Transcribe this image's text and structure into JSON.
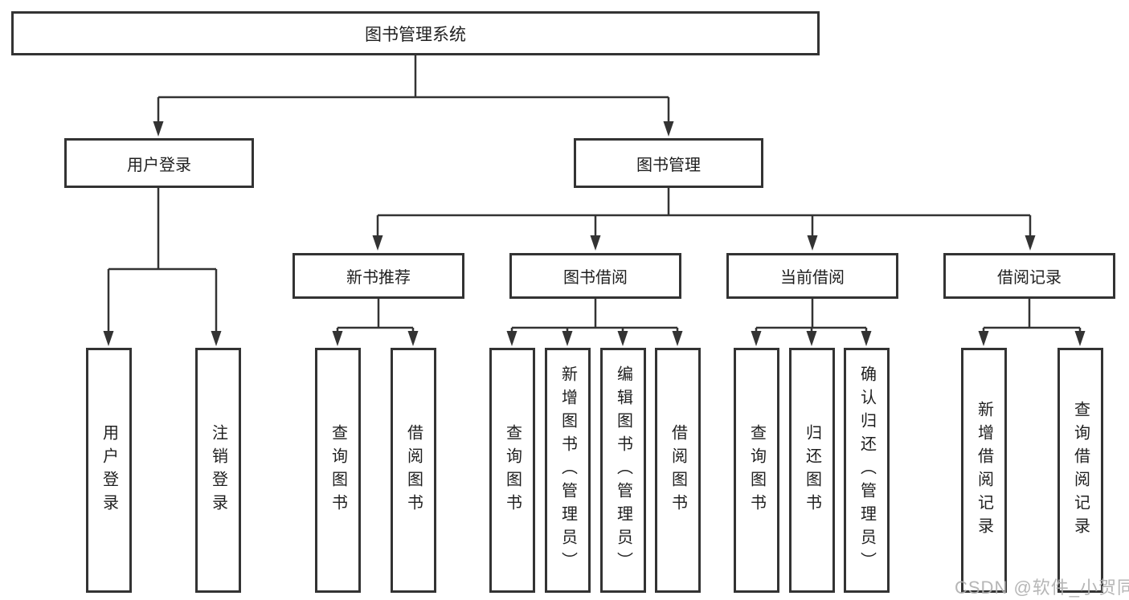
{
  "diagram": {
    "root": {
      "label": "图书管理系统"
    },
    "level2": [
      {
        "label": "用户登录"
      },
      {
        "label": "图书管理"
      }
    ],
    "level3": [
      {
        "label": "新书推荐",
        "parent": "图书管理"
      },
      {
        "label": "图书借阅",
        "parent": "图书管理"
      },
      {
        "label": "当前借阅",
        "parent": "图书管理"
      },
      {
        "label": "借阅记录",
        "parent": "图书管理"
      }
    ],
    "leaves": [
      {
        "label": "用户登录",
        "parent": "用户登录"
      },
      {
        "label": "注销登录",
        "parent": "用户登录"
      },
      {
        "label": "查询图书",
        "parent": "新书推荐"
      },
      {
        "label": "借阅图书",
        "parent": "新书推荐"
      },
      {
        "label": "查询图书",
        "parent": "图书借阅"
      },
      {
        "label": "新增图书（管理员）",
        "parent": "图书借阅"
      },
      {
        "label": "编辑图书（管理员）",
        "parent": "图书借阅"
      },
      {
        "label": "借阅图书",
        "parent": "图书借阅"
      },
      {
        "label": "查询图书",
        "parent": "当前借阅"
      },
      {
        "label": "归还图书",
        "parent": "当前借阅"
      },
      {
        "label": "确认归还（管理员）",
        "parent": "当前借阅"
      },
      {
        "label": "新增借阅记录",
        "parent": "借阅记录"
      },
      {
        "label": "查询借阅记录",
        "parent": "借阅记录"
      }
    ]
  },
  "watermark": {
    "text": "CSDN @软件_小贺同学"
  },
  "colors": {
    "line": "#333333",
    "border": "#333333",
    "text": "#1f1f1f",
    "background": "#ffffff",
    "watermark": "#b0b0b0"
  }
}
